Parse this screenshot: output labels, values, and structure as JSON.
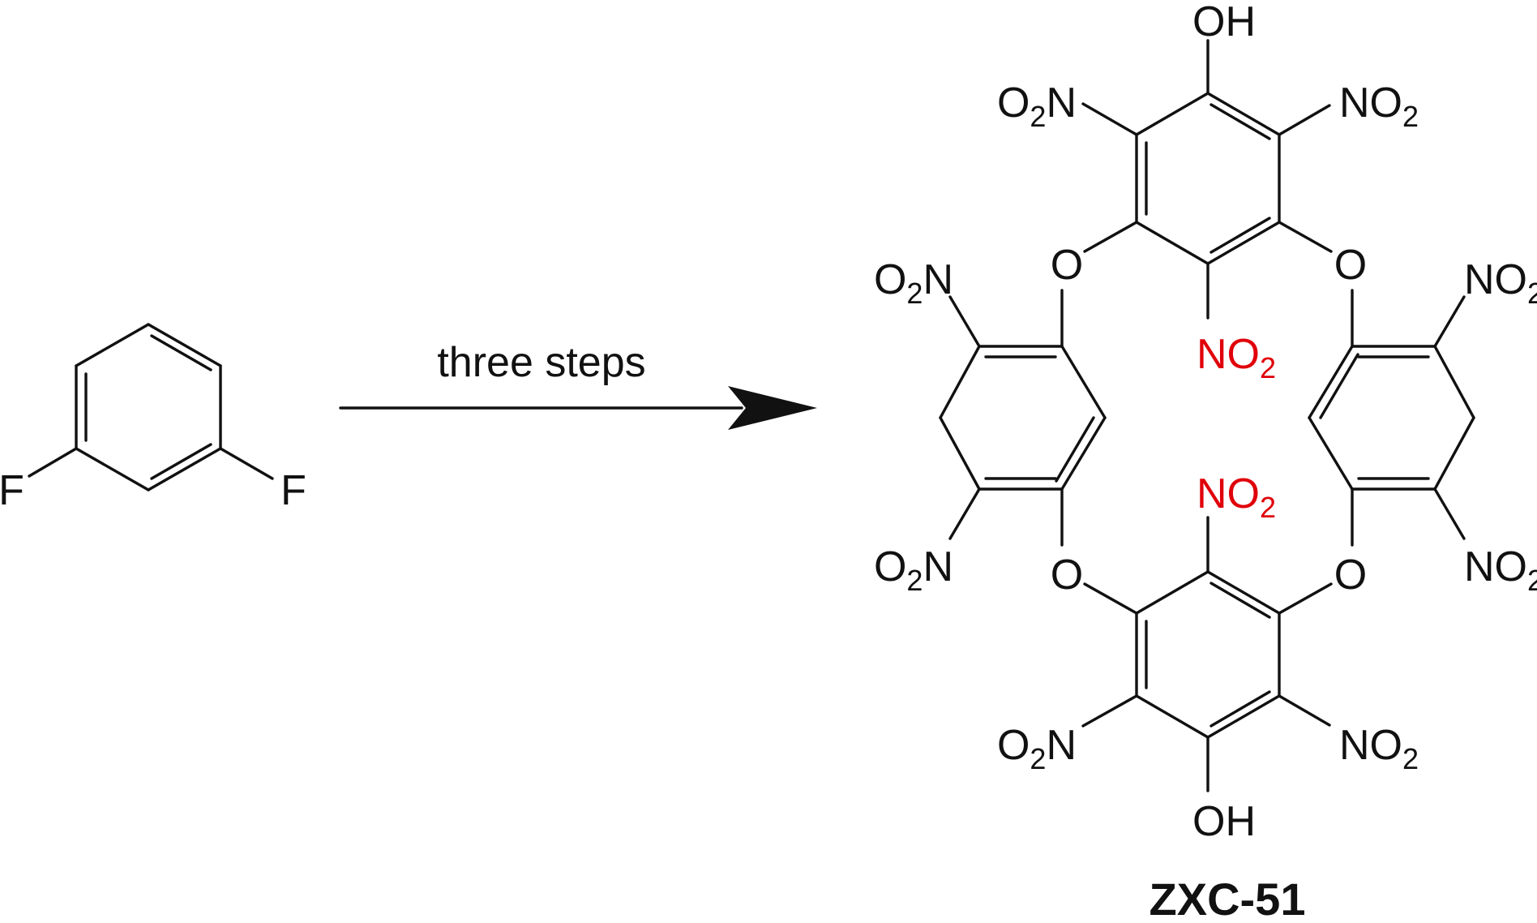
{
  "reaction": {
    "conditions": "three steps",
    "product_name": "ZXC-51"
  },
  "reactant": {
    "substituent_left": "F",
    "substituent_right": "F"
  },
  "product": {
    "top_oh": "OH",
    "bottom_oh": "OH",
    "ether_o": "O",
    "nitro_main": "NO",
    "nitro_left_main": "O",
    "nitro_left_tail": "N",
    "nitro_sub": "2",
    "highlight_color": "#e0000a"
  }
}
